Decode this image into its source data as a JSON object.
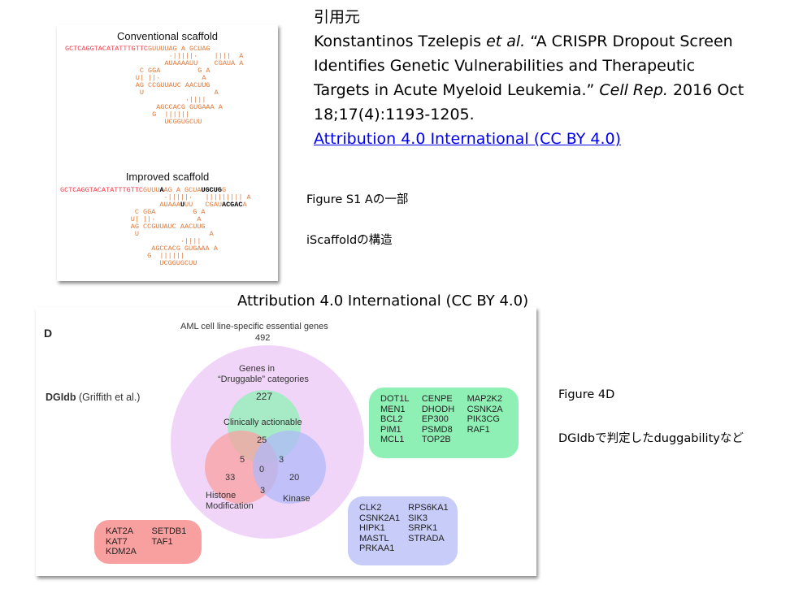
{
  "citation": {
    "heading": "引用元",
    "authors": "Konstantinos Tzelepis ",
    "etal": "et al.",
    "title_line1": " “A CRISPR Dropout Screen",
    "title_line2": "Identifies Genetic Vulnerabilities and Therapeutic",
    "title_line3": "Targets in Acute Myeloid Leukemia.” ",
    "journal": "Cell Rep.",
    "date": " 2016 Oct",
    "volume": "18;17(4):1193-1205.",
    "license_link": "Attribution 4.0 International (CC BY 4.0)"
  },
  "scaffold_figure": {
    "conventional_title": "Conventional scaffold",
    "improved_title": "Improved scaffold",
    "spacer": "GCTCAGGTACATATTTGTTC"
  },
  "notes": {
    "figure_s1": "Figure S1 Aの一部",
    "iscaffold": "iScaffoldの構造",
    "license_caption": "Attribution 4.0 International (CC BY 4.0)",
    "figure_4d": "Figure 4D",
    "dgidb_note": "DGIdbで判定したduggabilityなど"
  },
  "figure_4d": {
    "panel_label": "D",
    "header": "AML cell line-specific essential genes",
    "header_count": "492",
    "dgidb_label_bold": "DGIdb",
    "dgidb_label_rest": " (Griffith et al.)",
    "druggable_line1": "Genes in",
    "druggable_line2": "“Druggable” categories",
    "druggable_count": "227",
    "clinically_actionable": "Clinically actionable",
    "clinical_only": "25",
    "histone_only": "33",
    "kinase_only": "20",
    "clinical_histone": "5",
    "clinical_kinase": "3",
    "histone_kinase": "3",
    "all_three": "0",
    "histone_label_1": "Histone",
    "histone_label_2": "Modification",
    "kinase_label": "Kinase",
    "colors": {
      "druggable": "#f0d0f8",
      "clinical": "#8ef0b4",
      "histone": "#f8a0a0",
      "kinase": "#b0b8f8"
    },
    "clinical_genes": [
      "DOT1L",
      "CENPE",
      "MAP2K2",
      "MEN1",
      "DHODH",
      "CSNK2A",
      "BCL2",
      "EP300",
      "PIK3CG",
      "PIM1",
      "PSMD8",
      "RAF1",
      "MCL1",
      "TOP2B",
      ""
    ],
    "kinase_genes": [
      "CLK2",
      "RPS6KA1",
      "CSNK2A1",
      "SIK3",
      "HIPK1",
      "SRPK1",
      "MASTL",
      "STRADA",
      "PRKAA1",
      ""
    ],
    "histone_genes": [
      "KAT2A",
      "SETDB1",
      "KAT7",
      "TAF1",
      "KDM2A",
      ""
    ]
  }
}
